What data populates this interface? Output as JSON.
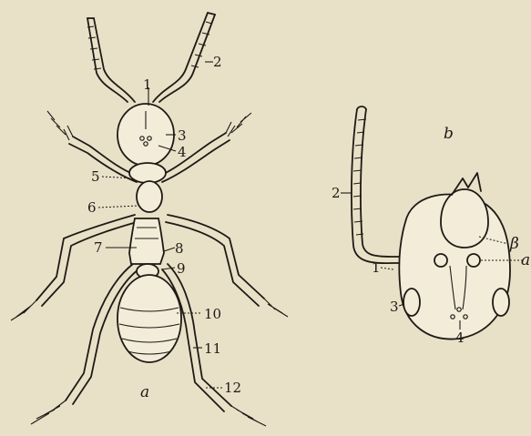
{
  "figure": {
    "panel_a": {
      "caption": "a",
      "labels": [
        "1",
        "2",
        "3",
        "4",
        "5",
        "6",
        "7",
        "8",
        "9",
        "10",
        "11",
        "12"
      ]
    },
    "panel_b": {
      "caption": "b",
      "labels": [
        "2",
        "1",
        "3",
        "4",
        "β",
        "a"
      ]
    }
  }
}
